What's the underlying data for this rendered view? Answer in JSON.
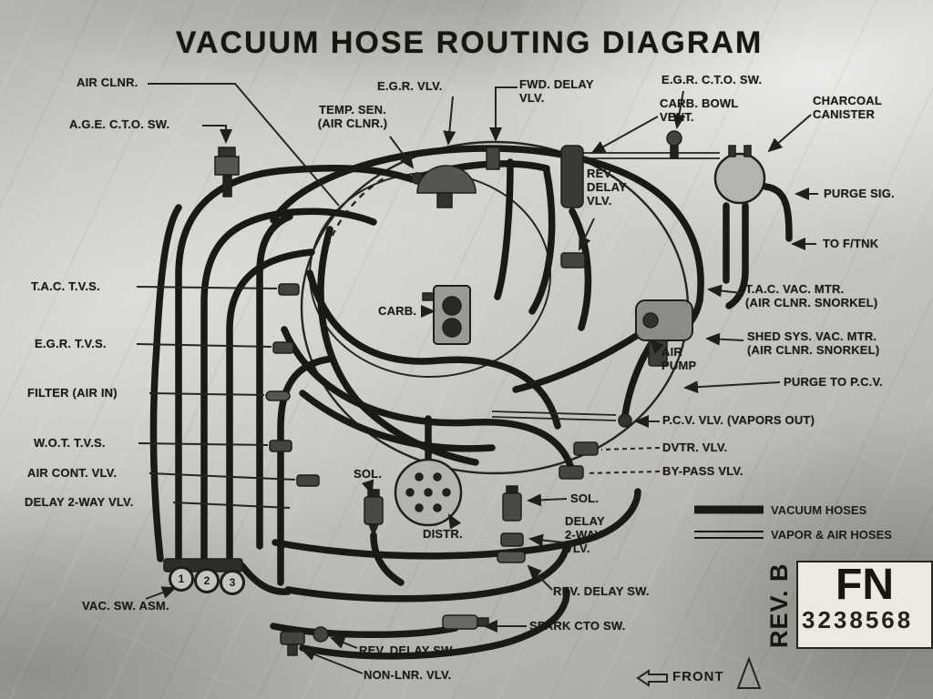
{
  "title": "VACUUM HOSE ROUTING DIAGRAM",
  "labels": {
    "air_clnr": "AIR CLNR.",
    "age_cto_sw": "A.G.E. C.T.O. SW.",
    "temp_sen": "TEMP. SEN.\n(AIR CLNR.)",
    "egr_vlv": "E.G.R. VLV.",
    "fwd_delay_vlv": "FWD. DELAY\nVLV.",
    "egr_cto_sw": "E.G.R. C.T.O. SW.",
    "carb_bowl_vent": "CARB. BOWL\nVENT.",
    "charcoal_canister": "CHARCOAL\nCANISTER",
    "purge_sig": "PURGE SIG.",
    "to_ftnk": "TO F/TNK",
    "rev_delay_vlv": "REV.\nDELAY\nVLV.",
    "tac_vac_mtr": "T.A.C. VAC. MTR.\n(AIR CLNR. SNORKEL)",
    "shed_sys_vac_mtr": "SHED SYS. VAC. MTR.\n(AIR CLNR. SNORKEL)",
    "purge_to_pcv": "PURGE TO P.C.V.",
    "pcv_vlv": "P.C.V. VLV. (VAPORS OUT)",
    "dvtr_vlv": "DVTR. VLV.",
    "bypass_vlv": "BY-PASS VLV.",
    "tac_tvs": "T.A.C. T.V.S.",
    "egr_tvs": "E.G.R. T.V.S.",
    "filter_air_in": "FILTER (AIR IN)",
    "wot_tvs": "W.O.T. T.V.S.",
    "air_cont_vlv": "AIR CONT. VLV.",
    "delay_2way_vlv_left": "DELAY 2-WAY VLV.",
    "vac_sw_asm": "VAC. SW. ASM.",
    "carb": "CARB.",
    "air_pump": "AIR\nPUMP",
    "sol_left": "SOL.",
    "distr": "DISTR.",
    "sol_right": "SOL.",
    "delay_2way_vlv_right": "DELAY\n2-WAY\nVLV.",
    "rev_delay_sw_right": "REV. DELAY SW.",
    "spark_cto_sw": "SPARK CTO SW.",
    "rev_delay_sw_bottom": "REV. DELAY SW.",
    "non_lnr_vlv": "NON-LNR. VLV."
  },
  "legend": {
    "vacuum_hoses": "VACUUM HOSES",
    "vapor_air_hoses": "VAPOR & AIR HOSES"
  },
  "title_block": {
    "rev": "REV. B",
    "code": "FN",
    "part_number": "3238568"
  },
  "front_label": "FRONT",
  "port_numbers": [
    "1",
    "2",
    "3"
  ],
  "colors": {
    "ink": "#1f1e19",
    "plate": "#c6c4bf"
  }
}
